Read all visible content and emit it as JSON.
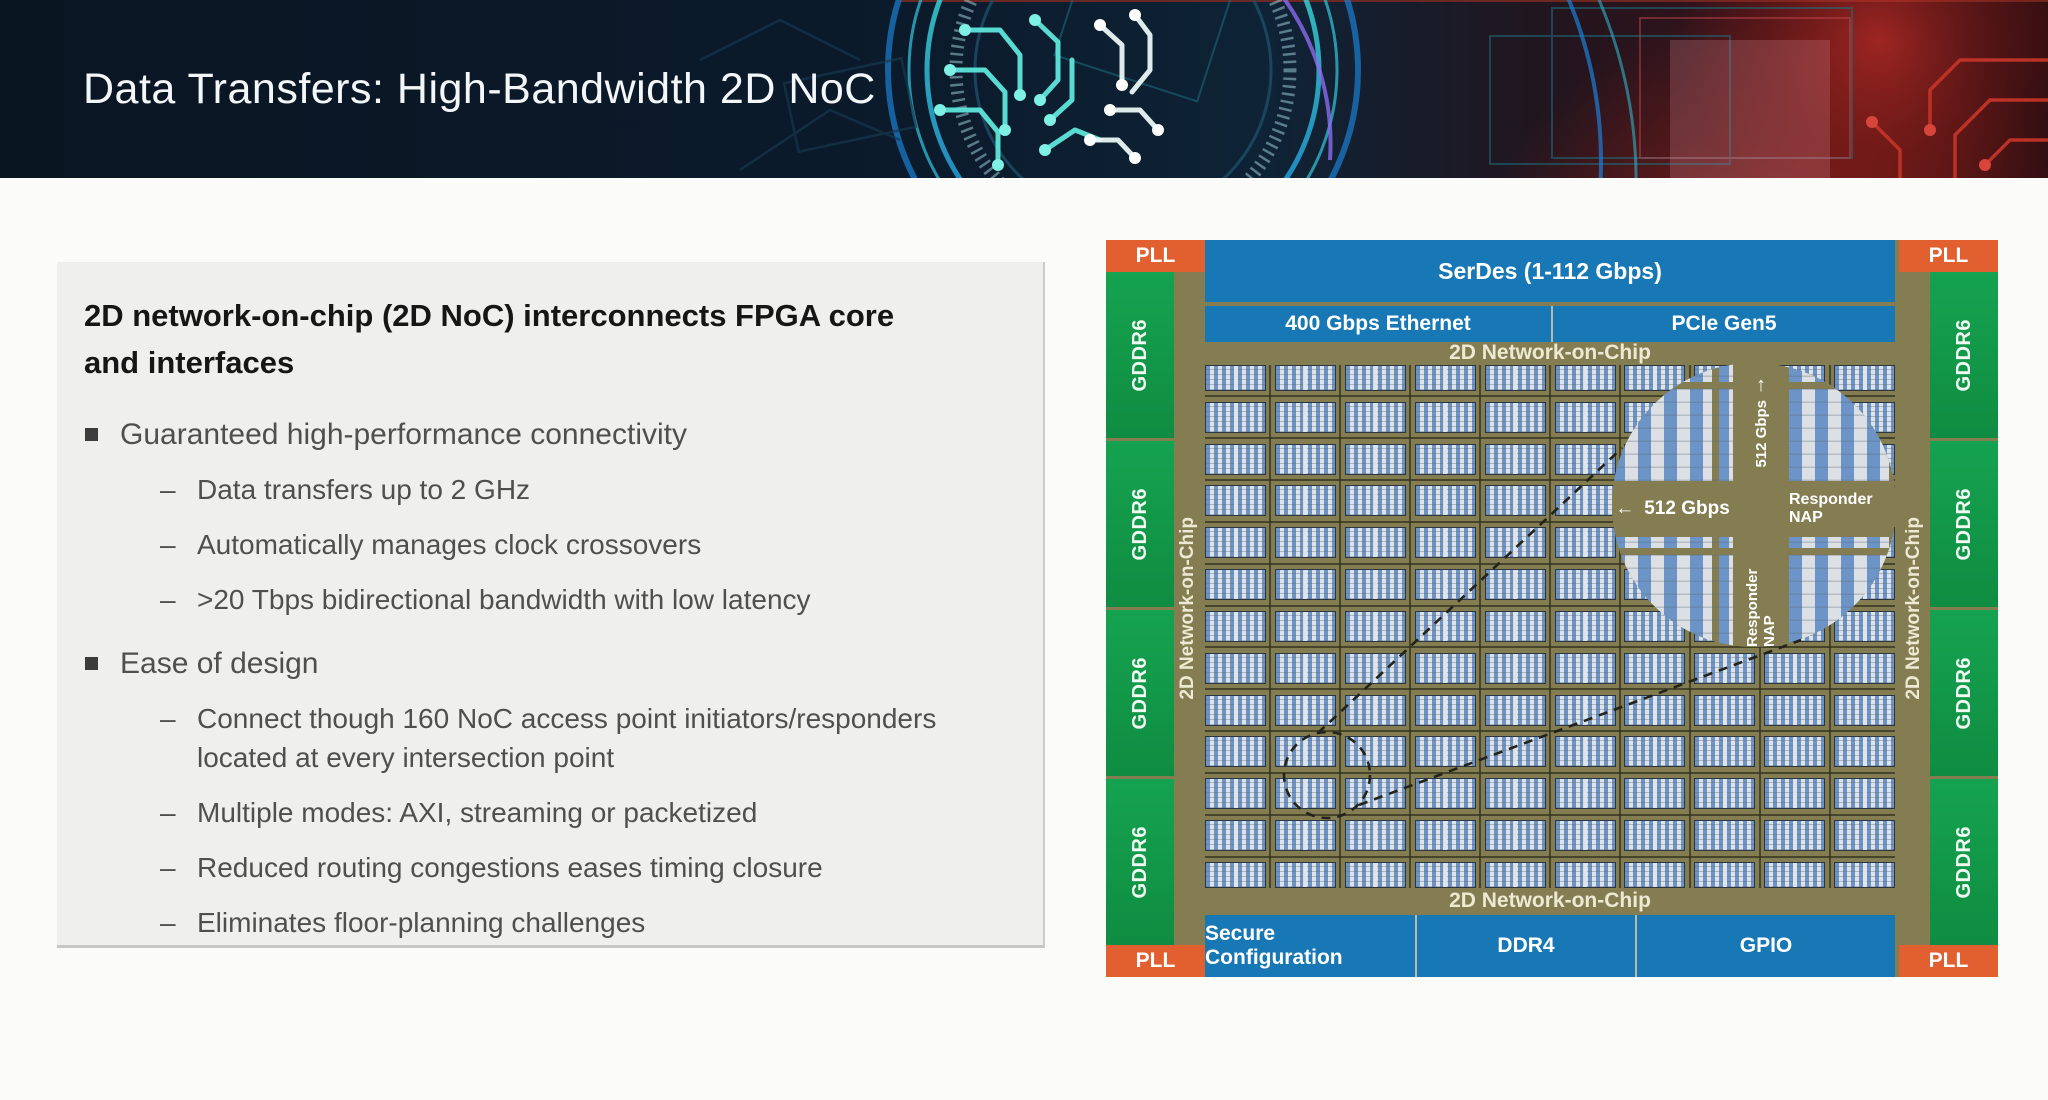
{
  "slide": {
    "title": "Data Transfers: High-Bandwidth 2D NoC"
  },
  "panel": {
    "heading_line1": "2D network-on-chip (2D NoC) interconnects FPGA core",
    "heading_line2": "and interfaces",
    "dash": "–",
    "bullets": [
      {
        "label": "Guaranteed high-performance connectivity",
        "sub": [
          "Data transfers up to 2 GHz",
          "Automatically manages clock crossovers",
          ">20 Tbps bidirectional bandwidth with low latency"
        ]
      },
      {
        "label": "Ease of design",
        "sub": [
          "Connect though 160 NoC access point initiators/responders located at every intersection point",
          "Multiple modes: AXI, streaming or packetized",
          "Reduced routing congestions eases timing closure",
          "Eliminates floor-planning challenges"
        ]
      }
    ]
  },
  "diagram": {
    "pll_label": "PLL",
    "gddr6_label": "GDDR6",
    "serdes_label": "SerDes (1-112 Gbps)",
    "ethernet_label": "400 Gbps Ethernet",
    "pcie_label": "PCIe Gen5",
    "noc_label": "2D Network-on-Chip",
    "secure_config_label": "Secure Configuration",
    "ddr4_label": "DDR4",
    "gpio_label": "GPIO",
    "callout": {
      "left_arrow": "←",
      "left_value": "512 Gbps",
      "right_label": "Responder NAP",
      "up_arrow": "↑",
      "top_value": "512 Gbps",
      "bottom_label": "Responder NAP"
    }
  },
  "colors": {
    "header_bg": "#0B1826",
    "fabric_olive": "#847D52",
    "gddr6_green": "#12A14C",
    "pll_orange": "#E2602F",
    "ip_blue": "#1878B6",
    "tile_stripe_blue": "#6C94C6",
    "tile_stripe_light": "#DFE2E6",
    "panel_gray": "#EFEFEE",
    "bullet_text": "#4F4F4F",
    "heading_text": "#161616"
  }
}
